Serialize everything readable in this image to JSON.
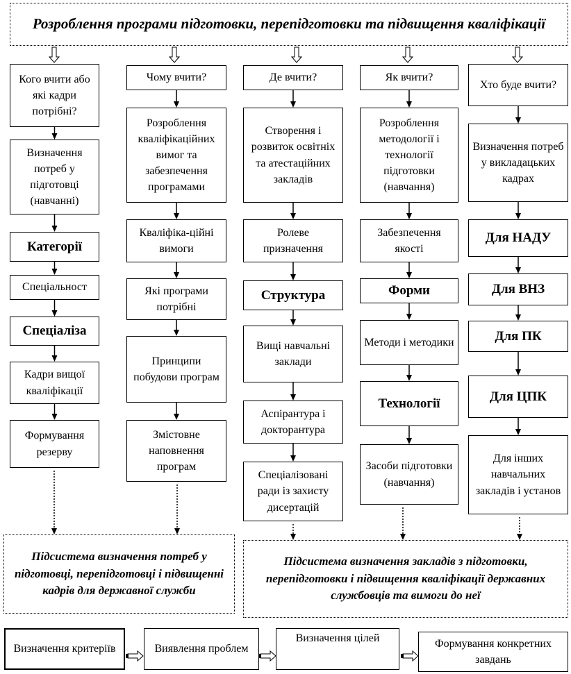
{
  "title": "Розроблення програми підготовки, перепідготовки та підвищення кваліфікації",
  "columns": [
    {
      "items": [
        "Кого вчити або які кадри потрібні?",
        "Визначення потреб у підготовці (навчанні)",
        "Категорії",
        "Спеціальност",
        "Спеціаліза",
        "Кадри вищої кваліфікації",
        "Формування резерву"
      ]
    },
    {
      "items": [
        "Чому вчити?",
        "Розроблення кваліфікаційних вимог та забезпечення програмами",
        "Кваліфіка-ційні вимоги",
        "Які програми потрібні",
        "Принципи побудови програм",
        "Змістовне наповнення програм"
      ]
    },
    {
      "items": [
        "Де вчити?",
        "Створення і розвиток освітніх та атестаційних закладів",
        "Ролеве призначення",
        "Структура",
        "Вищі навчальні заклади",
        "Аспірантура і докторантура",
        "Спеціалізовані ради із захисту дисертацій"
      ]
    },
    {
      "items": [
        "Як вчити?",
        "Розроблення методології і технології підготовки (навчання)",
        "Забезпечення якості",
        "Форми",
        "Методи і методики",
        "Технології",
        "Засоби підготовки (навчання)"
      ]
    },
    {
      "items": [
        "Хто буде вчити?",
        "Визначення потреб у викладацьких кадрах",
        "Для НАДУ",
        "Для ВНЗ",
        "Для ПК",
        "Для ЦПК",
        "Для інших навчальних закладів і установ"
      ]
    }
  ],
  "subsystems": [
    "Підсистема визначення потреб у підготовці, перепідготовці і підвищенні кадрів для державної служби",
    "Підсистема визначення закладів з підготовки, перепідготовки і підвищення кваліфікації державних службовців та вимоги до неї"
  ],
  "process": [
    "Визначення критеріїв",
    "Виявлення проблем",
    "Визначення цілей",
    "Формування конкретних завдань"
  ]
}
